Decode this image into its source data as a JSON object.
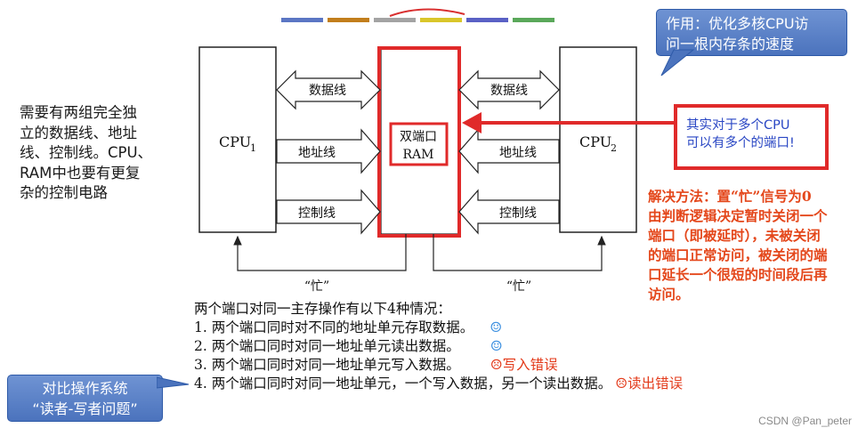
{
  "header_color_bar": [
    "#5b76c4",
    "#c27e1c",
    "#a3a3a3",
    "#d9c62a",
    "#5a61c5",
    "#5aa85a"
  ],
  "callout_top": {
    "line1": "作用：优化多核CPU访",
    "line2": "问一根内存条的速度"
  },
  "left_note": {
    "lines": [
      "需要有两组完全独",
      "立的数据线、地址",
      "线、控制线。CPU、",
      "RAM中也要有更复",
      "杂的控制电路"
    ]
  },
  "diagram": {
    "cpu1": {
      "label": "CPU",
      "sub": "1"
    },
    "cpu2": {
      "label": "CPU",
      "sub": "2"
    },
    "ram": {
      "line1": "双端口",
      "line2": "RAM"
    },
    "left_bus": {
      "data": "数据线",
      "addr": "地址线",
      "ctrl": "控制线"
    },
    "right_bus": {
      "data": "数据线",
      "addr": "地址线",
      "ctrl": "控制线"
    },
    "busy_left": "“忙”",
    "busy_right": "“忙”"
  },
  "red_note": {
    "line1": "其实对于多个CPU",
    "line2": "可以有多个的端口!"
  },
  "solution": {
    "lines": [
      "解决方法：置“忙”信号为0",
      "由判断逻辑决定暂时关闭一个",
      "端口（即被延时），未被关闭",
      "的端口正常访问，被关闭的端",
      "口延长一个很短的时间段后再",
      "访问。"
    ]
  },
  "cases": {
    "intro": "两个端口对同一主存操作有以下4种情况：",
    "items": [
      {
        "text": "1. 两个端口同时对不同的地址单元存取数据。",
        "mark": "☺"
      },
      {
        "text": "2. 两个端口同时对同一地址单元读出数据。",
        "mark": "☺"
      },
      {
        "text": "3. 两个端口同时对同一地址单元写入数据。",
        "mark": "☹写入错误"
      },
      {
        "text": "4. 两个端口同时对同一地址单元，一个写入数据，另一个读出数据。",
        "mark": "☹读出错误"
      }
    ]
  },
  "callout_bottom": {
    "line1": "对比操作系统",
    "line2": "“读者-写者问题”"
  },
  "watermark": "CSDN @Pan_peter"
}
